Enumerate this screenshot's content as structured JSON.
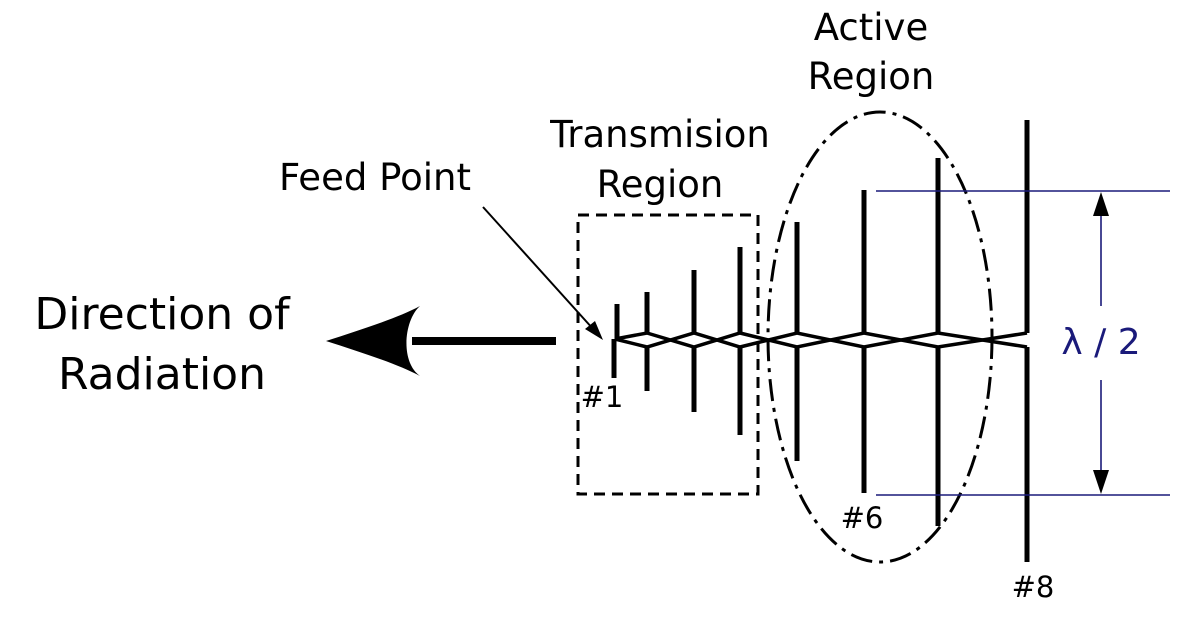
{
  "labels": {
    "direction_line1": "Direction of",
    "direction_line2": "Radiation",
    "feed_point": "Feed Point",
    "transmission_line1": "Transmision",
    "transmission_line2": "Region",
    "active_line1": "Active",
    "active_line2": "Region",
    "element_1": "#1",
    "element_6": "#6",
    "element_8": "#8",
    "half_wavelength": "λ / 2"
  },
  "colors": {
    "ink": "#000000",
    "dimension": "#1a1a7a"
  },
  "elements": {
    "count": 8
  }
}
